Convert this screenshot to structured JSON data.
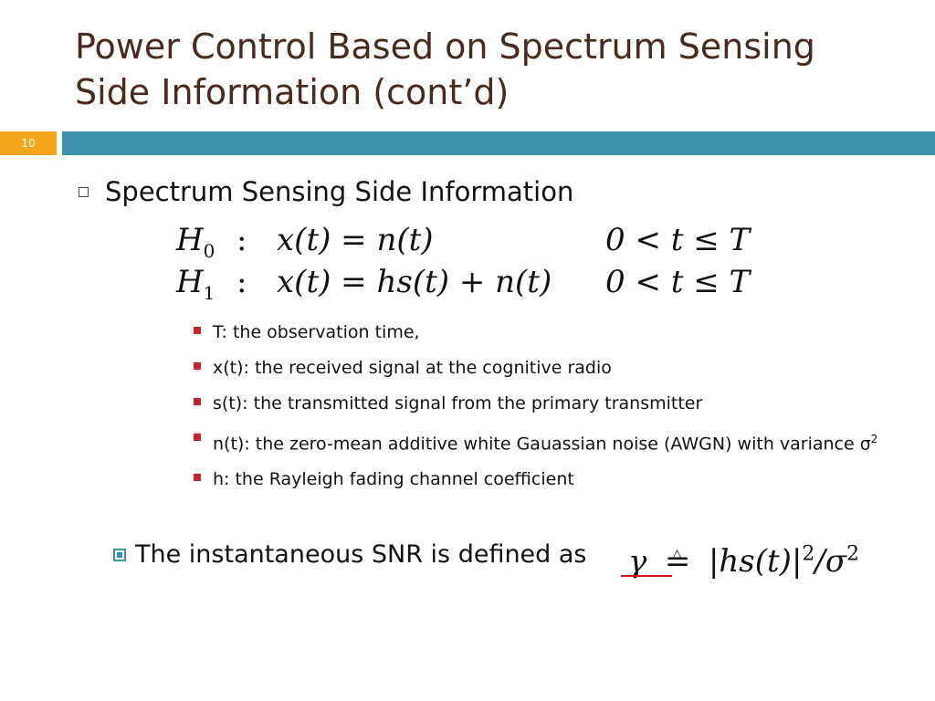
{
  "slide": {
    "title_line1": "Power Control Based on Spectrum Sensing",
    "title_line2": "Side Information (cont’d)",
    "number": "10"
  },
  "bullet_main": "Spectrum Sensing Side Information",
  "hypotheses": [
    {
      "label": "H",
      "sub": "0",
      "colon": ":",
      "equation": "x(t) = n(t)",
      "condition": "0 < t ≤ T"
    },
    {
      "label": "H",
      "sub": "1",
      "colon": ":",
      "equation": "x(t) = hs(t) + n(t)",
      "condition": "0 < t ≤ T"
    }
  ],
  "definitions": [
    "T: the observation time,",
    "x(t): the received signal at the cognitive radio",
    "s(t): the transmitted signal from the primary transmitter",
    "n(t): the zero-mean additive white Gauassian noise (AWGN) with variance σ",
    "h: the Rayleigh fading channel coefficient"
  ],
  "definition_superscript": "2",
  "snr_text": "The instantaneous SNR is defined as",
  "snr_formula": {
    "gamma": "γ",
    "defeq_bar": "=",
    "defeq_triangle": "△",
    "body": "|hs(t)|",
    "exp1": "2",
    "divider": "/σ",
    "exp2": "2"
  },
  "colors": {
    "title": "#4a2a1c",
    "number_box": "#f3a51b",
    "rule": "#3b93a9",
    "sub_bullet": "#c0262d",
    "underline": "#d0121a"
  }
}
